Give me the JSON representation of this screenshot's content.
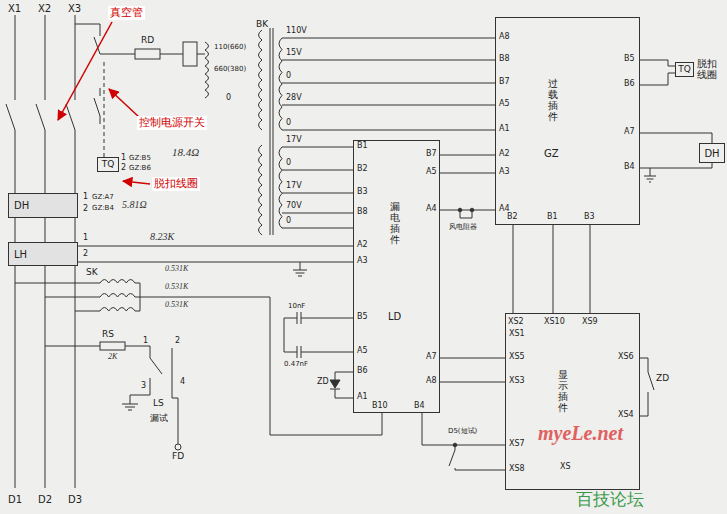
{
  "diagram": {
    "nodes": [
      {
        "text": [
          "DH"
        ]
      },
      {
        "text": [
          "LH"
        ]
      },
      {
        "text": [
          "TQ"
        ]
      },
      {
        "text": [
          "过载插件",
          "GZ"
        ]
      },
      {
        "text": [
          "TQ"
        ]
      },
      {
        "text": [
          "DH"
        ]
      },
      {
        "text": [
          "漏电插件",
          "LD"
        ]
      },
      {
        "text": [
          "显示插件"
        ]
      }
    ],
    "edges": [
      {
        "from": 3,
        "to": 4,
        "arrow": "none"
      },
      {
        "from": 3,
        "to": 4,
        "arrow": "none"
      },
      {
        "from": 3,
        "to": 5,
        "arrow": "none"
      },
      {
        "from": 3,
        "to": 5,
        "arrow": "none"
      },
      {
        "from": 6,
        "to": 3,
        "arrow": "none"
      },
      {
        "from": 6,
        "to": 3,
        "arrow": "none"
      },
      {
        "from": 6,
        "to": 3,
        "arrow": "none"
      },
      {
        "from": 3,
        "to": 7,
        "arrow": "none"
      },
      {
        "from": 3,
        "to": 7,
        "arrow": "none"
      },
      {
        "from": 3,
        "to": 7,
        "arrow": "none"
      },
      {
        "from": 6,
        "to": 7,
        "arrow": "none"
      },
      {
        "from": 6,
        "to": 7,
        "arrow": "none"
      },
      {
        "from": 6,
        "to": 7,
        "arrow": "none"
      },
      {
        "from": 1,
        "to": 6,
        "arrow": "none"
      },
      {
        "from": 1,
        "to": 6,
        "arrow": "none"
      }
    ],
    "labels": [
      "X1",
      "X2",
      "X3",
      "真空管",
      "RD",
      "110(660)",
      "660(380)",
      "0",
      "控制电源开关",
      "1",
      "2",
      "GZ:B5",
      "GZ:B6",
      "18.4Ω",
      "脱扣线圈",
      "1",
      "2",
      "GZ:A7",
      "GZ:B4",
      "5.81Ω",
      "1",
      "2",
      "8.23K",
      "SK",
      "0.531K",
      "0.531K",
      "0.531K",
      "RS",
      "2K",
      "1",
      "2",
      "3",
      "4",
      "LS",
      "漏试",
      "FD",
      "D1",
      "D2",
      "D3",
      "BK",
      "110V",
      "15V",
      "0",
      "28V",
      "0",
      "17V",
      "0",
      "17V",
      "70V",
      "0",
      "A8",
      "B8",
      "B7",
      "A5",
      "A1",
      "A2",
      "A3",
      "A4",
      "B5",
      "B6",
      "A7",
      "B4",
      "B2",
      "B1",
      "B3",
      "脱扣线圈",
      "B1",
      "B2",
      "B3",
      "B8",
      "A2",
      "A3",
      "B5",
      "A5",
      "B6",
      "A1",
      "B10",
      "B4",
      "B7",
      "A5",
      "A4",
      "A7",
      "A8",
      "10nF",
      "0.47nF",
      "ZD",
      "风电阻器",
      "D5(短试)",
      "XS2",
      "XS10",
      "XS9",
      "XS1",
      "XS5",
      "XS3",
      "XS7",
      "XS8",
      "XS6",
      "XS4",
      "XS",
      "ZD",
      "myeLe.net",
      "百技论坛"
    ]
  }
}
